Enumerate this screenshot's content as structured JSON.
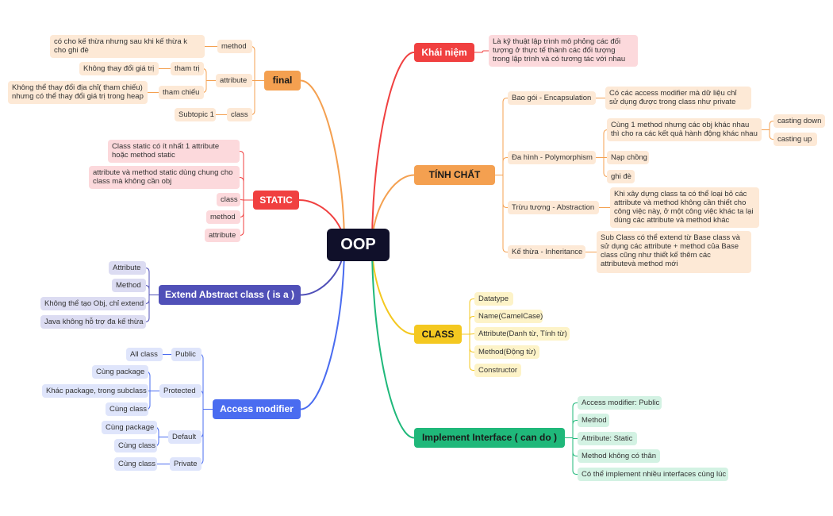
{
  "colors": {
    "root": "#0f1030",
    "orange": "#f4a050",
    "orange_light": "#fde9d6",
    "red": "#f04040",
    "red_light": "#fcd9dc",
    "purple": "#5050b8",
    "purple_light": "#dcdcf2",
    "blue": "#4a6cf0",
    "blue_light": "#dfe5fb",
    "yellow": "#f4c820",
    "yellow_light": "#fdf3c8",
    "green": "#1fb87a",
    "green_light": "#d3f2e3"
  },
  "root": {
    "label": "OOP"
  },
  "branches": {
    "final": {
      "label": "final",
      "method": {
        "label": "method",
        "note": "có cho kế thừa nhưng sau khi kế thừa k cho ghi đè"
      },
      "attribute": {
        "label": "attribute",
        "tham_tri": {
          "label": "tham trị",
          "note": "Không thay đổi giá trị"
        },
        "tham_chieu": {
          "label": "tham chiếu",
          "note": "Không thể thay đổi địa chỉ( tham chiếu) nhưng có thể thay đổi giá trị trong heap"
        }
      },
      "class": {
        "label": "class",
        "note": "Subtopic 1"
      }
    },
    "static": {
      "label": "STATIC",
      "items": [
        "Class static có ít nhất 1 attribute hoặc method static",
        "attribute và method static dùng chung cho class mà không cần obj",
        "class",
        "method",
        "attribute"
      ]
    },
    "abstract": {
      "label": "Extend Abstract class ( is a )",
      "items": [
        "Attribute",
        "Method",
        "Không thể tạo Obj, chỉ extend",
        "Java không hỗ trợ đa kế thừa"
      ]
    },
    "access": {
      "label": "Access modifier",
      "public": {
        "label": "Public",
        "items": [
          "All class"
        ]
      },
      "protected": {
        "label": "Protected",
        "items": [
          "Cùng package",
          "Khác package, trong subclass",
          "Cùng class"
        ]
      },
      "default": {
        "label": "Default",
        "items": [
          "Cùng package",
          "Cùng class"
        ]
      },
      "private": {
        "label": "Private",
        "items": [
          "Cùng class"
        ]
      }
    },
    "khainiem": {
      "label": "Khái niệm",
      "note": "Là kỹ thuật lập trình mô phỏng các đối tượng ở thực tế thành các đối tượng trong lập trình và có tương tác với nhau"
    },
    "tinhchat": {
      "label": "TÍNH CHẤT",
      "encapsulation": {
        "label": "Bao gói - Encapsulation",
        "note": "Có các access modifier mà dữ liệu chỉ sử dụng được trong class như private"
      },
      "polymorphism": {
        "label": "Đa hình - Polymorphism",
        "note": "Cùng 1 method nhưng các obj khác nhau thì cho ra các kết quả hành động khác nhau",
        "casting": [
          "casting down",
          "casting up"
        ],
        "nap_chong": "Nạp chồng",
        "ghi_de": "ghi đè"
      },
      "abstraction": {
        "label": "Trừu tượng - Abstraction",
        "note": "Khi xây dựng class ta có thể loại bỏ các attribute và method không cần thiết cho công việc này, ở một công việc khác ta lại dùng các attribute và method khác"
      },
      "inheritance": {
        "label": "Kế thừa - Inheritance",
        "note": "Sub Class có thể extend từ Base class và sử dụng các attribute + method của Base class cũng như thiết kế thêm  các attributevà method mới"
      }
    },
    "class": {
      "label": "CLASS",
      "items": [
        "Datatype",
        "Name(CamelCase)",
        "Attribute(Danh từ, Tính từ)",
        "Method(Động từ)",
        "Constructor"
      ]
    },
    "interface": {
      "label": "Implement Interface ( can do )",
      "items": [
        "Access modifier: Public",
        "Method",
        "Attribute: Static",
        "Method không có thân",
        "Có thể implement nhiều interfaces cùng lúc"
      ]
    }
  }
}
